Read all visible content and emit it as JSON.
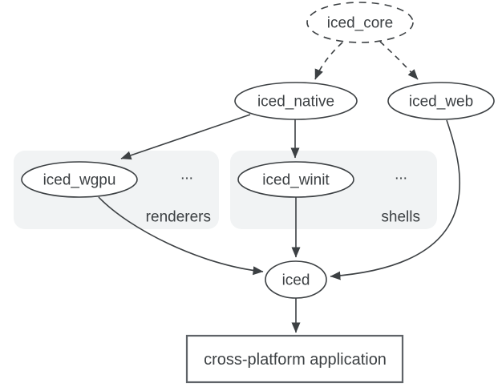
{
  "diagram": {
    "type": "dependency-graph",
    "subject": "iced crate ecosystem",
    "nodes": {
      "iced_core": {
        "label": "iced_core",
        "shape": "ellipse",
        "border": "dashed"
      },
      "iced_native": {
        "label": "iced_native",
        "shape": "ellipse",
        "border": "solid"
      },
      "iced_web": {
        "label": "iced_web",
        "shape": "ellipse",
        "border": "solid"
      },
      "iced_wgpu": {
        "label": "iced_wgpu",
        "shape": "ellipse",
        "border": "solid",
        "group": "renderers"
      },
      "iced_winit": {
        "label": "iced_winit",
        "shape": "ellipse",
        "border": "solid",
        "group": "shells"
      },
      "iced": {
        "label": "iced",
        "shape": "ellipse",
        "border": "solid"
      },
      "app": {
        "label": "cross-platform application",
        "shape": "rectangle",
        "border": "solid"
      }
    },
    "groups": {
      "renderers": {
        "label": "renderers",
        "more": "...",
        "members": [
          "iced_wgpu"
        ]
      },
      "shells": {
        "label": "shells",
        "more": "...",
        "members": [
          "iced_winit"
        ]
      }
    },
    "edges": [
      {
        "from": "iced_core",
        "to": "iced_native",
        "style": "dashed"
      },
      {
        "from": "iced_core",
        "to": "iced_web",
        "style": "dashed"
      },
      {
        "from": "iced_native",
        "to": "iced_wgpu",
        "style": "solid"
      },
      {
        "from": "iced_native",
        "to": "iced_winit",
        "style": "solid"
      },
      {
        "from": "iced_wgpu",
        "to": "iced",
        "style": "solid"
      },
      {
        "from": "iced_winit",
        "to": "iced",
        "style": "solid"
      },
      {
        "from": "iced_web",
        "to": "iced",
        "style": "solid"
      },
      {
        "from": "iced",
        "to": "app",
        "style": "solid"
      }
    ],
    "colors": {
      "line": "#3c4043",
      "text": "#3c4043",
      "group_label_blue": "#1a73e8",
      "group_fill": "#f1f3f4",
      "node_fill": "#ffffff",
      "background": "#ffffff"
    }
  }
}
